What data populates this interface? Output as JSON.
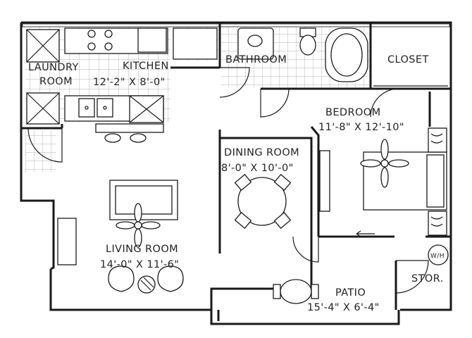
{
  "rooms": {
    "laundry": {
      "line1": "LAUNDRY",
      "line2": "ROOM"
    },
    "kitchen": {
      "name": "KITCHEN",
      "dims": "12'-2\" X 8'-0\""
    },
    "bathroom": {
      "name": "BATHROOM"
    },
    "closet": {
      "name": "CLOSET"
    },
    "bedroom": {
      "name": "BEDROOM",
      "dims": "11'-8\" X 12'-10\""
    },
    "dining": {
      "name": "DINING ROOM",
      "dims": "8'-0\" X 10'-0\""
    },
    "living": {
      "name": "LIVING ROOM",
      "dims": "14'-0\" X 11'-6\""
    },
    "patio": {
      "name": "PATIO",
      "dims": "15'-4\" X 6'-4\""
    },
    "storage": {
      "name": "STOR."
    },
    "water_heater": {
      "name": "W/H"
    }
  }
}
